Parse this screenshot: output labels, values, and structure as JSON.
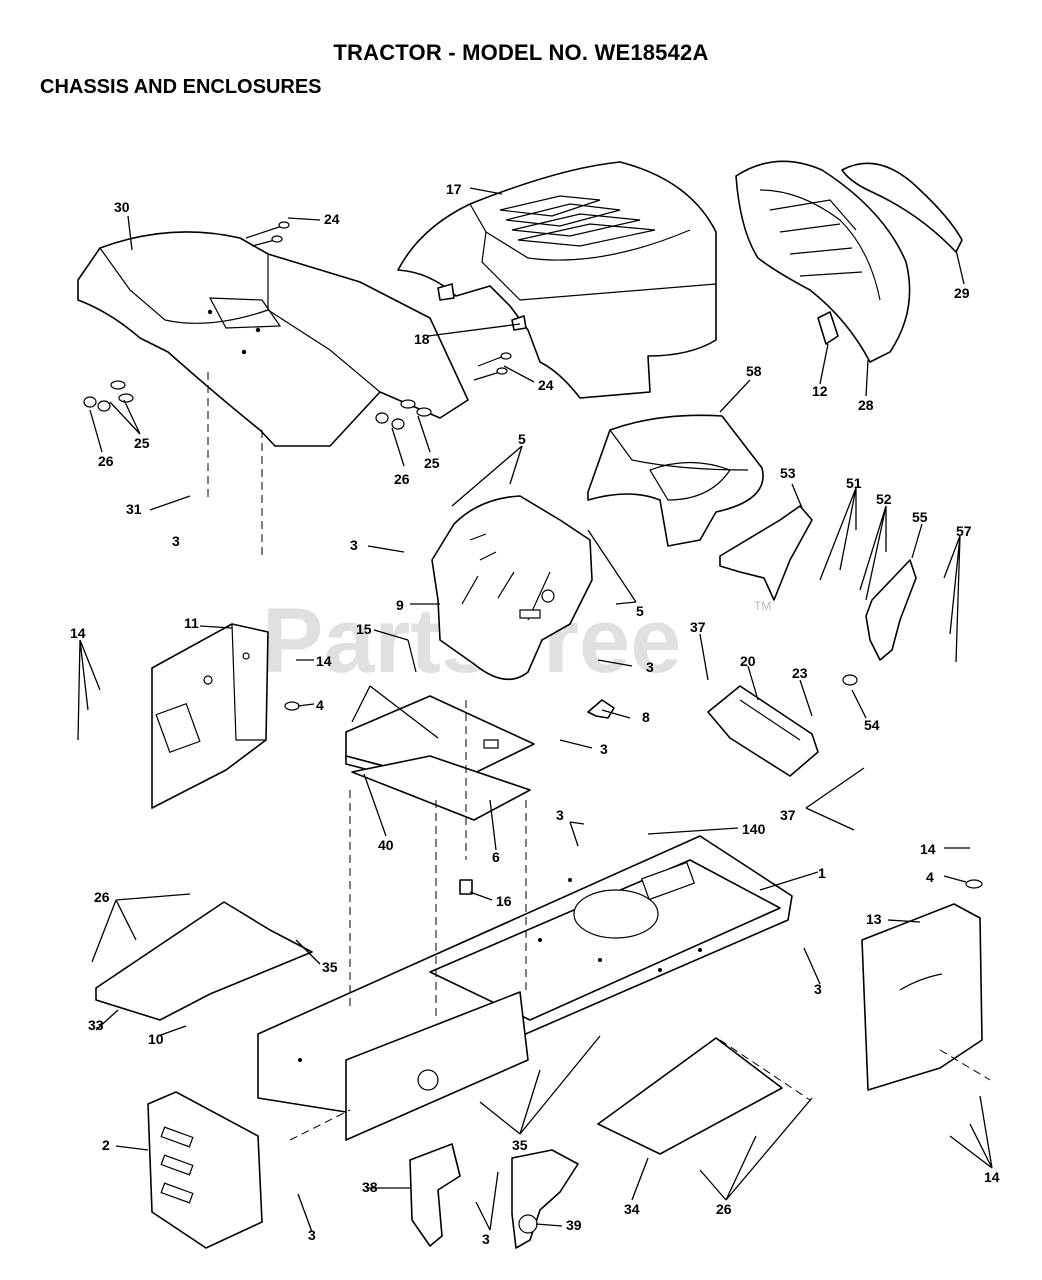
{
  "header": {
    "title": "TRACTOR - MODEL NO. WE18542A",
    "subtitle": "CHASSIS AND ENCLOSURES"
  },
  "watermark": {
    "text": "PartsTree",
    "tm": "TM"
  },
  "callouts": [
    "30",
    "24",
    "17",
    "29",
    "18",
    "24",
    "12",
    "28",
    "25",
    "26",
    "25",
    "26",
    "58",
    "5",
    "31",
    "3",
    "53",
    "51",
    "52",
    "55",
    "57",
    "3",
    "5",
    "9",
    "14",
    "11",
    "15",
    "14",
    "4",
    "3",
    "37",
    "20",
    "23",
    "54",
    "8",
    "3",
    "40",
    "6",
    "37",
    "3",
    "140",
    "1",
    "14",
    "4",
    "13",
    "16",
    "26",
    "35",
    "3",
    "33",
    "10",
    "2",
    "35",
    "34",
    "26",
    "14",
    "38",
    "3",
    "39",
    "3"
  ]
}
